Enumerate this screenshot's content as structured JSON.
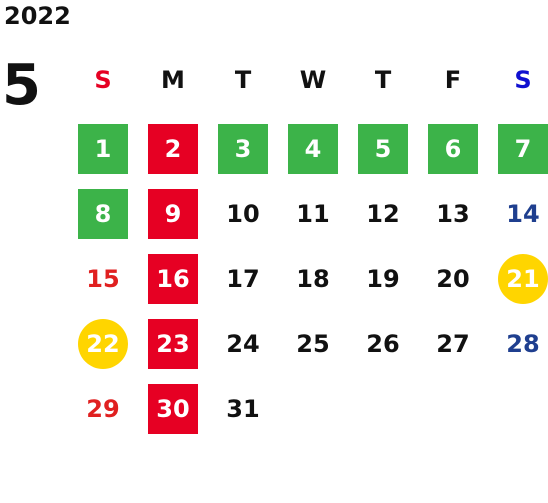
{
  "calendar": {
    "year": "2022",
    "month": "5",
    "weekdays": [
      {
        "label": "S",
        "color": "#e60023"
      },
      {
        "label": "M",
        "color": "#111111"
      },
      {
        "label": "T",
        "color": "#111111"
      },
      {
        "label": "W",
        "color": "#111111"
      },
      {
        "label": "T",
        "color": "#111111"
      },
      {
        "label": "F",
        "color": "#111111"
      },
      {
        "label": "S",
        "color": "#1010d0"
      }
    ],
    "days": [
      {
        "day": "1",
        "style": "green"
      },
      {
        "day": "2",
        "style": "red"
      },
      {
        "day": "3",
        "style": "green"
      },
      {
        "day": "4",
        "style": "green"
      },
      {
        "day": "5",
        "style": "green"
      },
      {
        "day": "6",
        "style": "green"
      },
      {
        "day": "7",
        "style": "green"
      },
      {
        "day": "8",
        "style": "green"
      },
      {
        "day": "9",
        "style": "red"
      },
      {
        "day": "10",
        "style": "t-black"
      },
      {
        "day": "11",
        "style": "t-black"
      },
      {
        "day": "12",
        "style": "t-black"
      },
      {
        "day": "13",
        "style": "t-black"
      },
      {
        "day": "14",
        "style": "t-blue"
      },
      {
        "day": "15",
        "style": "t-red"
      },
      {
        "day": "16",
        "style": "red"
      },
      {
        "day": "17",
        "style": "t-black"
      },
      {
        "day": "18",
        "style": "t-black"
      },
      {
        "day": "19",
        "style": "t-black"
      },
      {
        "day": "20",
        "style": "t-black"
      },
      {
        "day": "21",
        "style": "yellow"
      },
      {
        "day": "22",
        "style": "yellow"
      },
      {
        "day": "23",
        "style": "red"
      },
      {
        "day": "24",
        "style": "t-black"
      },
      {
        "day": "25",
        "style": "t-black"
      },
      {
        "day": "26",
        "style": "t-black"
      },
      {
        "day": "27",
        "style": "t-black"
      },
      {
        "day": "28",
        "style": "t-blue"
      },
      {
        "day": "29",
        "style": "t-red"
      },
      {
        "day": "30",
        "style": "red"
      },
      {
        "day": "31",
        "style": "t-black"
      }
    ],
    "colors": {
      "green": "#3cb349",
      "red": "#e60023",
      "yellow": "#ffd500",
      "sunday_text": "#e02020",
      "saturday_text": "#1f3f8f"
    }
  }
}
